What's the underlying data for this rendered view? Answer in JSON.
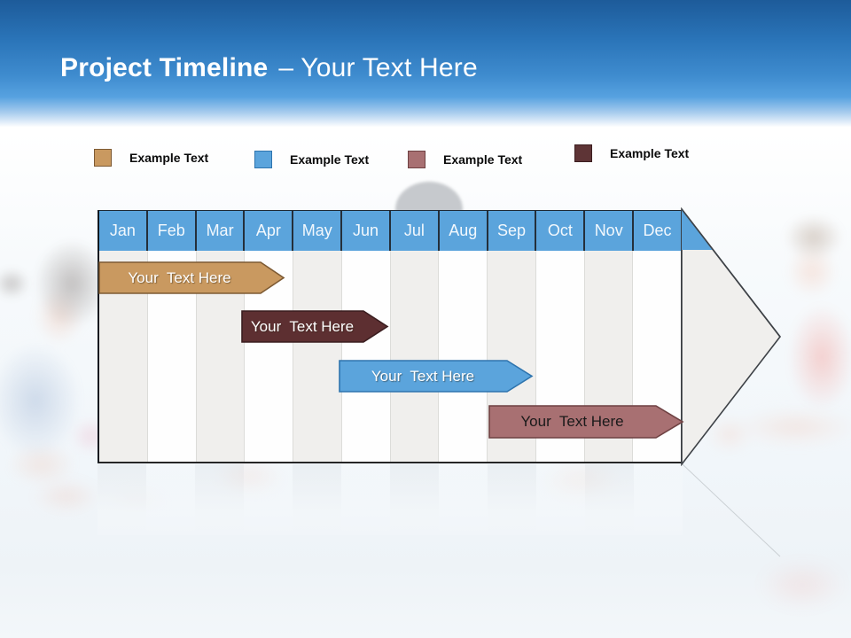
{
  "slide": {
    "title": {
      "bold": "Project Timeline",
      "regular": "– Your Text Here"
    }
  },
  "legend": {
    "items": [
      {
        "label": "Example Text",
        "color": "#C99960",
        "border": "#7D5A33"
      },
      {
        "label": "Example Text",
        "color": "#5BA4DC",
        "border": "#2E74AE"
      },
      {
        "label": "Example Text",
        "color": "#A87072",
        "border": "#6E4142"
      },
      {
        "label": "Example Text",
        "color": "#5E3436",
        "border": "#3C1E20"
      }
    ]
  },
  "timeline": {
    "months": [
      "Jan",
      "Feb",
      "Mar",
      "Apr",
      "May",
      "Jun",
      "Jul",
      "Aug",
      "Sep",
      "Oct",
      "Nov",
      "Dec"
    ],
    "header_color": "#5BA4DC",
    "arrow_fill": "#F0EFED",
    "bars": [
      {
        "label": "Your  Text Here",
        "from": "Jan",
        "to": "Apr",
        "fill": "#C99960",
        "stroke": "#7D5A33",
        "text_color": "#FFFFFF"
      },
      {
        "label": "Your  Text Here",
        "from": "Apr",
        "to": "Jun",
        "fill": "#5D2F31",
        "stroke": "#3A1D1F",
        "text_color": "#FFFFFF"
      },
      {
        "label": "Your  Text Here",
        "from": "Jun",
        "to": "Sep",
        "fill": "#5BA4DC",
        "stroke": "#2E74AE",
        "text_color": "#FFFFFF"
      },
      {
        "label": "Your  Text Here",
        "from": "Sep",
        "to": "Dec",
        "fill": "#A87072",
        "stroke": "#6E4142",
        "text_color": "#1A1A1A"
      }
    ]
  },
  "colors": {
    "header_gradient_top": "#1D5B9A",
    "header_gradient_bottom": "#57A2E0",
    "grid_stripe": "#F0EFED",
    "grid_separator_dark": "#242F3A"
  }
}
